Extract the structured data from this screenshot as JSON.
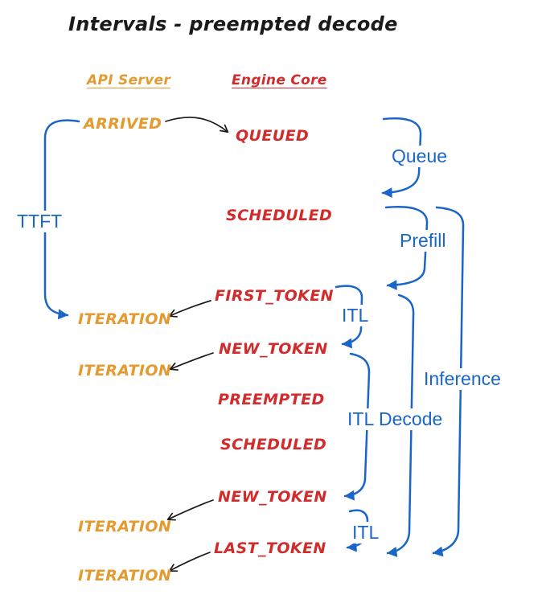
{
  "title": "Intervals - preempted decode",
  "colors": {
    "api": "#E59A2F",
    "engine": "#D22B2B",
    "interval": "#1A66C8",
    "ink": "#1A1A1A",
    "bg": "#FFFFFF"
  },
  "api_server": {
    "header": "API Server",
    "events": [
      "ARRIVED",
      "ITERATION",
      "ITERATION",
      "ITERATION",
      "ITERATION"
    ]
  },
  "engine_core": {
    "header": "Engine Core",
    "events": [
      "QUEUED",
      "SCHEDULED",
      "FIRST_TOKEN",
      "NEW_TOKEN",
      "PREEMPTED",
      "SCHEDULED",
      "NEW_TOKEN",
      "LAST_TOKEN"
    ]
  },
  "intervals": {
    "ttft": "TTFT",
    "queue": "Queue",
    "prefill": "Prefill",
    "itl_first": "ITL",
    "inference": "Inference",
    "itl_preempted": "ITL",
    "decode": "Decode",
    "itl_last": "ITL"
  }
}
